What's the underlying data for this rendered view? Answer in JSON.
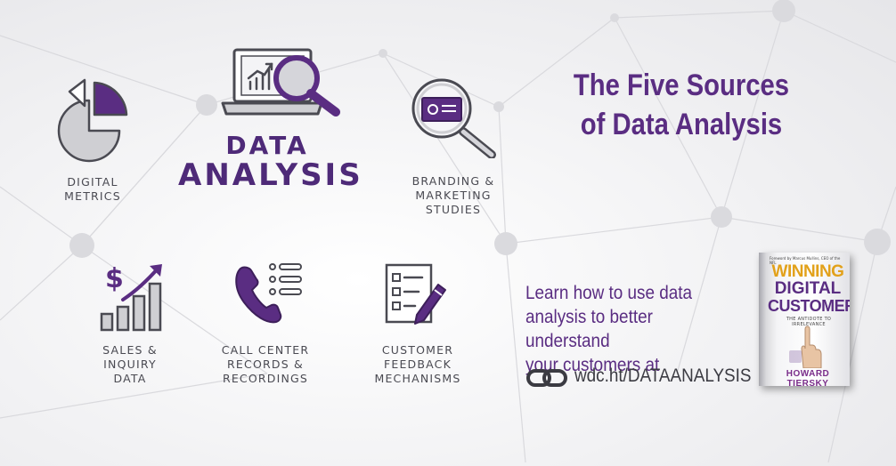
{
  "heading": {
    "line1": "The Five Sources",
    "line2": "of Data Analysis"
  },
  "center": {
    "line1": "DATA",
    "line2": "ANALYSIS"
  },
  "sources": [
    {
      "icon": "pie-chart-icon",
      "lines": [
        "DIGITAL",
        "METRICS"
      ]
    },
    {
      "icon": "magnifier-card-icon",
      "lines": [
        "BRANDING &",
        "MARKETING",
        "STUDIES"
      ]
    },
    {
      "icon": "sales-growth-icon",
      "lines": [
        "SALES &",
        "INQUIRY",
        "DATA"
      ]
    },
    {
      "icon": "phone-list-icon",
      "lines": [
        "CALL CENTER",
        "RECORDS &",
        "RECORDINGS"
      ]
    },
    {
      "icon": "checklist-pencil-icon",
      "lines": [
        "CUSTOMER",
        "FEEDBACK",
        "MECHANISMS"
      ]
    }
  ],
  "cta": {
    "line1": "Learn how to use data",
    "line2": "analysis to better understand",
    "line3": "your customers at",
    "url": "wdc.ht/DATAANALYSIS",
    "link_icon": "chain-link-icon"
  },
  "book": {
    "foreword": "Foreword by Marcus Mullins, CEO of the NFL",
    "title1": "WINNING",
    "title2": "DIGITAL",
    "title3": "CUSTOMERS",
    "subtitle": "THE ANTIDOTE TO IRRELEVANCE",
    "author": "HOWARD TIERSKY"
  },
  "colors": {
    "brand_purple": "#5a2d82",
    "icon_gray": "#cfcfd3",
    "text_gray": "#4a4a52",
    "book_gold": "#e2a11a"
  }
}
